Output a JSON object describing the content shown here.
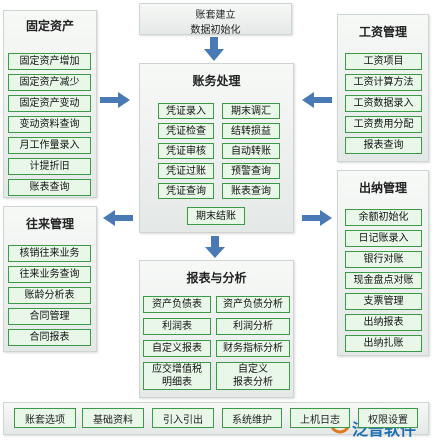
{
  "top_box": {
    "line1": "账套建立",
    "line2": "数据初始化"
  },
  "fixed_assets": {
    "title": "固定资产",
    "items": [
      "固定资产增加",
      "固定资产减少",
      "固定资产变动",
      "变动资料查询",
      "月工作量录入",
      "计提折旧",
      "账表查询"
    ]
  },
  "accounting": {
    "title": "账务处理",
    "left": [
      "凭证录入",
      "凭证检查",
      "凭证审核",
      "凭证过账",
      "凭证查询"
    ],
    "right": [
      "期末调汇",
      "结转损益",
      "自动转账",
      "预警查询",
      "账表查询"
    ],
    "bottom": "期末结账"
  },
  "payroll": {
    "title": "工资管理",
    "items": [
      "工资项目",
      "工资计算方法",
      "工资数据录入",
      "工资费用分配",
      "报表查询"
    ]
  },
  "contacts": {
    "title": "往来管理",
    "items": [
      "核销往来业务",
      "往来业务查询",
      "账龄分析表",
      "合同管理",
      "合同报表"
    ]
  },
  "cashier": {
    "title": "出纳管理",
    "items": [
      "余额初始化",
      "日记账录入",
      "银行对账",
      "现金盘点对账",
      "支票管理",
      "出纳报表",
      "出纳扎账"
    ]
  },
  "reports": {
    "title": "报表与分析",
    "left": [
      "资产负债表",
      "利润表",
      "自定义报表",
      "应交增值税\n明细表"
    ],
    "right": [
      "资产负债分析",
      "利润分析",
      "财务指标分析",
      "自定义\n报表分析"
    ]
  },
  "bottom_bar": [
    "账套选项",
    "基础资料",
    "引入引出",
    "系统维护",
    "上机日志",
    "权限设置"
  ],
  "logo": {
    "text": "泛普软件"
  },
  "colors": {
    "button_border": "#3a9a46",
    "button_fill": "#e8f7e8",
    "arrow": "#4a7ab5"
  }
}
